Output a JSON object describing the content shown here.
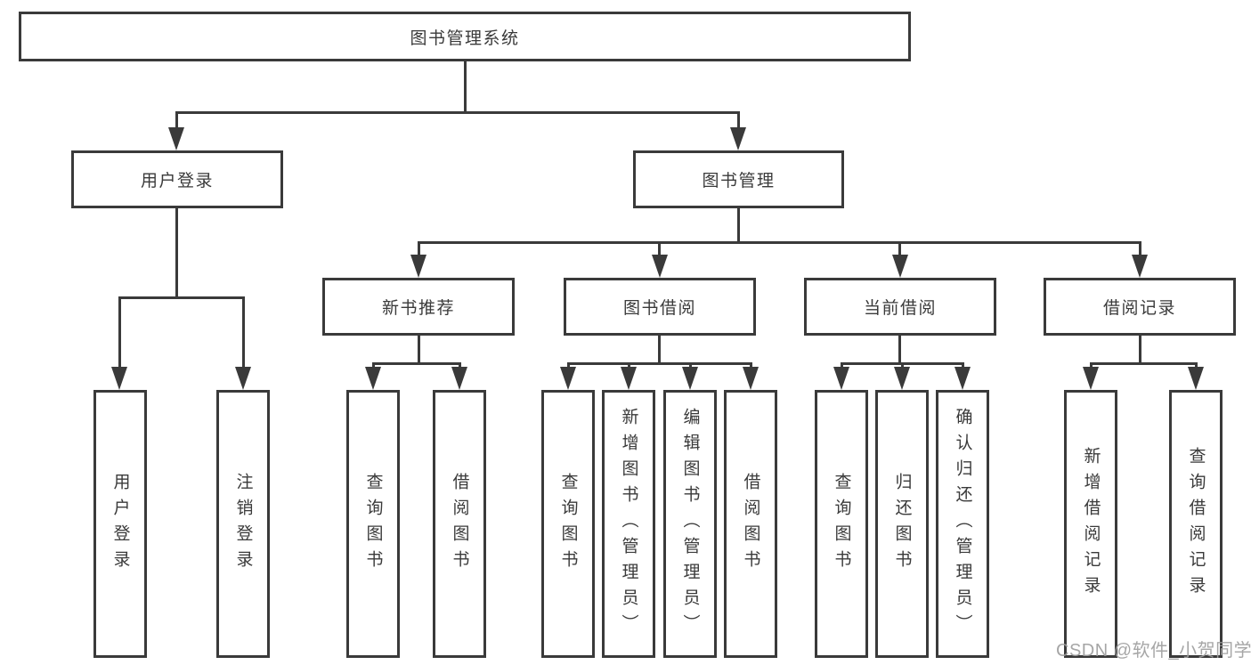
{
  "tree": {
    "root": "图书管理系统",
    "branches": [
      {
        "label": "用户登录",
        "children": [
          "用户登录",
          "注销登录"
        ]
      },
      {
        "label": "图书管理",
        "children": [
          {
            "label": "新书推荐",
            "children": [
              "查询图书",
              "借阅图书"
            ]
          },
          {
            "label": "图书借阅",
            "children": [
              "查询图书",
              "新增图书（管理员）",
              "编辑图书（管理员）",
              "借阅图书"
            ]
          },
          {
            "label": "当前借阅",
            "children": [
              "查询图书",
              "归还图书",
              "确认归还（管理员）"
            ]
          },
          {
            "label": "借阅记录",
            "children": [
              "新增借阅记录",
              "查询借阅记录"
            ]
          }
        ]
      }
    ]
  },
  "watermark": {
    "text": "CSDN @软件_小贺同学"
  },
  "colors": {
    "line": "#3a3a3a",
    "text": "#3a3a3a",
    "background": "#ffffff",
    "watermark": "#9e9e9e"
  }
}
